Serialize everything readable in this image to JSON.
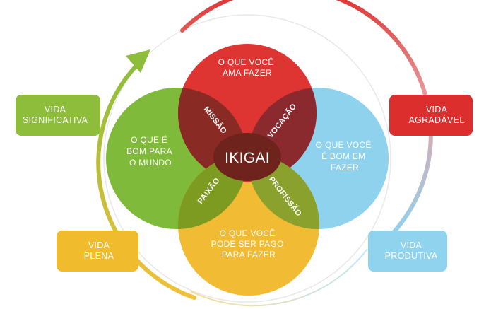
{
  "center_label": "IKIGAI",
  "circles": {
    "top": {
      "lines": [
        "O QUE VOCÊ",
        "AMA FAZER"
      ],
      "color": "#dd2d2a"
    },
    "left": {
      "lines": [
        "O QUE É",
        "BOM PARA",
        "O MUNDO"
      ],
      "color": "#7fba3a"
    },
    "right": {
      "lines": [
        "O QUE VOCÊ",
        "É BOM EM",
        "FAZER"
      ],
      "color": "#8ed2ee"
    },
    "bottom": {
      "lines": [
        "O QUE VOCÊ",
        "PODE SER PAGO",
        "PARA FAZER"
      ],
      "color": "#f0b82c"
    }
  },
  "overlaps": {
    "missao": "MISSÃO",
    "vocacao": "VOCAÇÃO",
    "paixao": "PAIXÃO",
    "profissao": "PROFISSÃO"
  },
  "side_boxes": {
    "significativa": {
      "lines": [
        "VIDA",
        "SIGNIFICATIVA"
      ],
      "color": "#8dbd3a"
    },
    "agradavel": {
      "lines": [
        "VIDA",
        "AGRADÁVEL"
      ],
      "color": "#dc2e2c"
    },
    "plena": {
      "lines": [
        "VIDA",
        "PLENA"
      ],
      "color": "#f0bb2c"
    },
    "produtiva": {
      "lines": [
        "VIDA",
        "PRODUTIVA"
      ],
      "color": "#8fd3ee"
    }
  }
}
